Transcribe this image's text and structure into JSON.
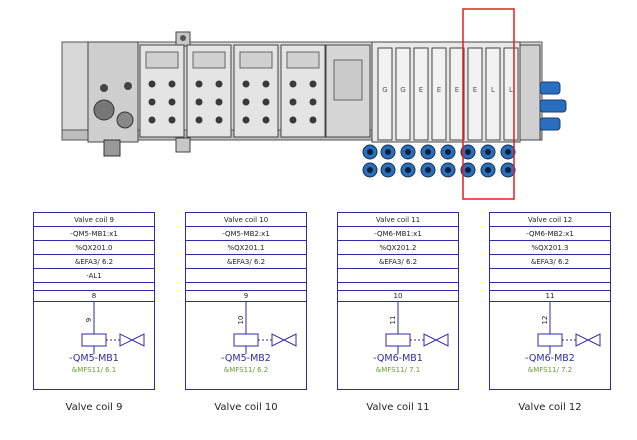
{
  "coils": [
    {
      "header": "Valve coil 9",
      "device": "-QM5-MB1:x1",
      "address": "%QX201.0",
      "page_ref": "&EFA3/ 6.2",
      "extra": "-AL1",
      "column": "8",
      "wire": "9",
      "tag": "-QM5-MB1",
      "sheet_ref": "&MFS11/ 6.1",
      "caption": "Valve coil 9"
    },
    {
      "header": "Valve coil 10",
      "device": "-QM5-MB2:x1",
      "address": "%QX201.1",
      "page_ref": "&EFA3/ 6.2",
      "extra": "",
      "column": "9",
      "wire": "10",
      "tag": "-QM5-MB2",
      "sheet_ref": "&MFS11/ 6.2",
      "caption": "Valve coil 10"
    },
    {
      "header": "Valve coil 11",
      "device": "-QM6-MB1:x1",
      "address": "%QX201.2",
      "page_ref": "&EFA3/ 6.2",
      "extra": "",
      "column": "10",
      "wire": "11",
      "tag": "-QM6-MB1",
      "sheet_ref": "&MFS11/ 7.1",
      "caption": "Valve coil 11"
    },
    {
      "header": "Valve coil 12",
      "device": "-QM6-MB2:x1",
      "address": "%QX201.3",
      "page_ref": "&EFA3/ 6.2",
      "extra": "",
      "column": "11",
      "wire": "12",
      "tag": "-QM6-MB2",
      "sheet_ref": "&MFS11/ 7.2",
      "caption": "Valve coil 12"
    }
  ],
  "colors": {
    "border": "#2c2ca8",
    "reference": "#6a9e2e",
    "highlight": "#e02020"
  }
}
